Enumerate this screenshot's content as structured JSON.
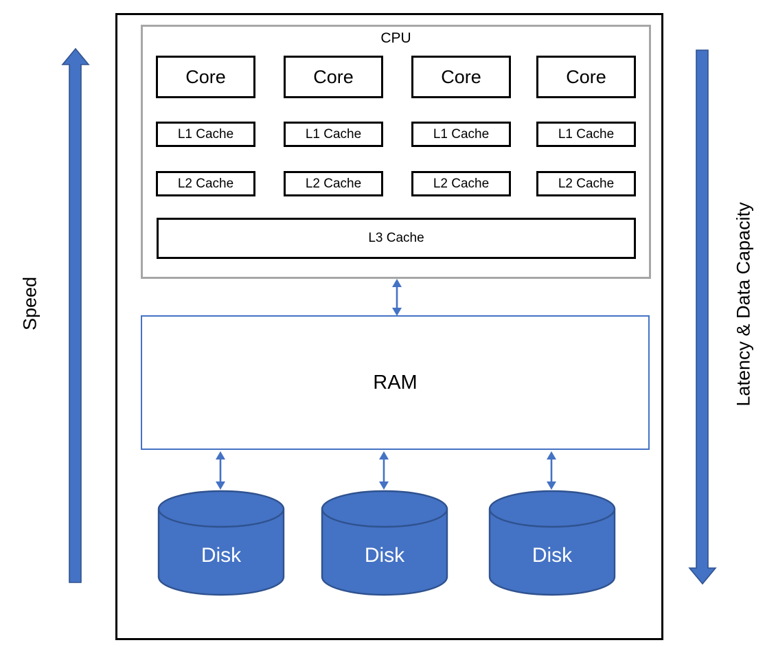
{
  "diagram": {
    "axes": {
      "left_label": "Speed",
      "right_label": "Latency & Data Capacity"
    },
    "cpu": {
      "label": "CPU",
      "cores": [
        "Core",
        "Core",
        "Core",
        "Core"
      ],
      "l1_caches": [
        "L1 Cache",
        "L1 Cache",
        "L1 Cache",
        "L1 Cache"
      ],
      "l2_caches": [
        "L2 Cache",
        "L2 Cache",
        "L2 Cache",
        "L2 Cache"
      ],
      "l3_cache": "L3 Cache"
    },
    "ram": {
      "label": "RAM"
    },
    "disks": [
      "Disk",
      "Disk",
      "Disk"
    ],
    "colors": {
      "accent_blue": "#4472C4",
      "accent_blue_dark": "#2F528F",
      "cpu_border_gray": "#A6A6A6",
      "box_border_black": "#000000"
    }
  }
}
